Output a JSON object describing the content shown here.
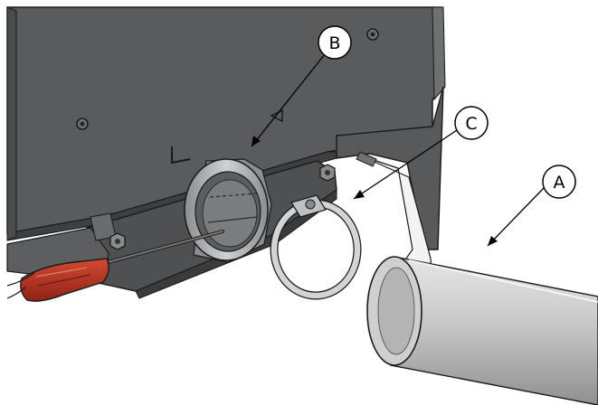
{
  "callouts": [
    {
      "id": "B",
      "label": "B"
    },
    {
      "id": "C",
      "label": "C"
    },
    {
      "id": "A",
      "label": "A"
    }
  ],
  "colors": {
    "background": "#ffffff",
    "panel": "#5a5b5d",
    "panel_shadow": "#4a4b4d",
    "panel_edge": "#2f3032",
    "flange": "#6a6b6d",
    "collar": "#b9babc",
    "clamp": "#d2d3d5",
    "pipe_light": "#dcdcdc",
    "pipe_dark": "#9a9a9a",
    "handle": "#b2311f",
    "outline": "#1a1a1a"
  },
  "icons": [
    "screwdriver-icon",
    "hose-clamp-icon",
    "flue-pipe-icon",
    "exhaust-collar-icon"
  ]
}
